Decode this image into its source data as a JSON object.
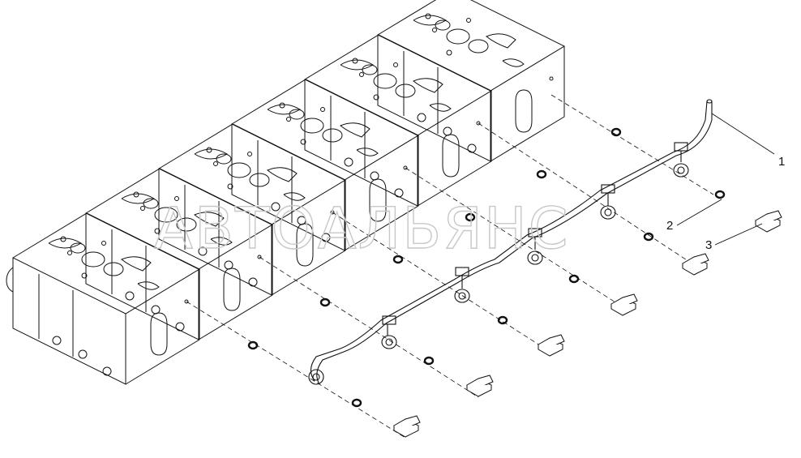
{
  "diagram": {
    "callouts": [
      {
        "id": "1",
        "label": "1"
      },
      {
        "id": "2",
        "label": "2"
      },
      {
        "id": "3",
        "label": "3"
      }
    ],
    "watermark": "АВТОАЛЬЯНС",
    "colors": {
      "line": "#111111",
      "watermark": "#c8c8c8",
      "background": "#ffffff"
    }
  }
}
